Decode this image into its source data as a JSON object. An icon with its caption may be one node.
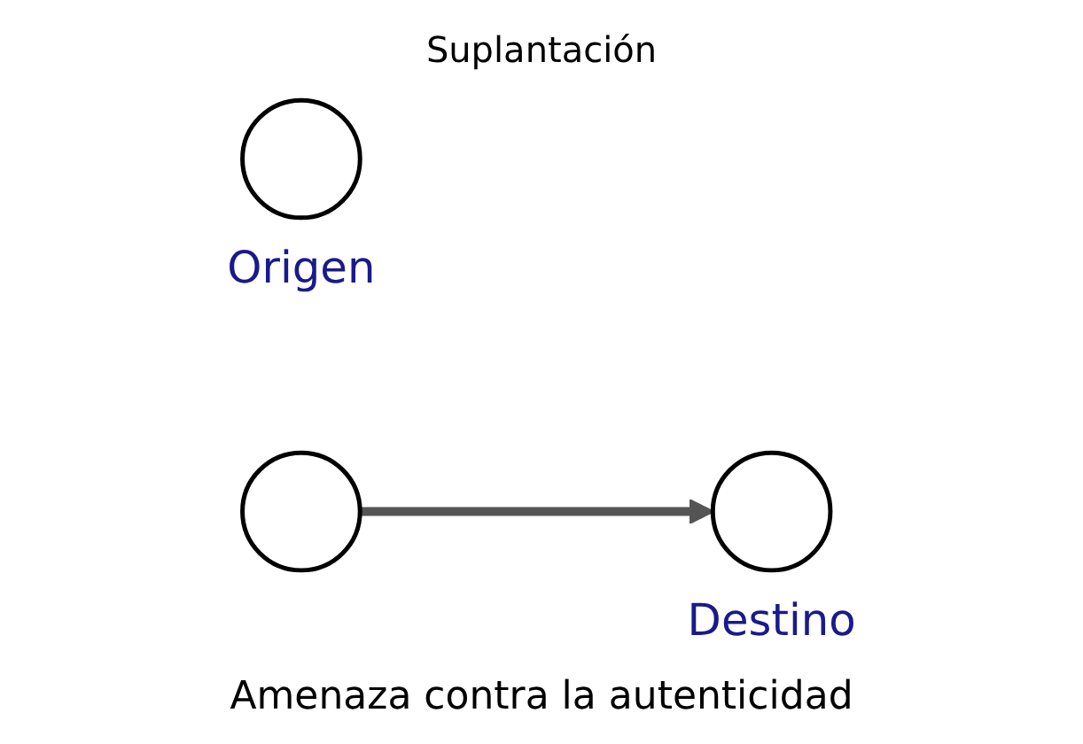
{
  "diagram": {
    "title": "Suplantación",
    "nodes": [
      {
        "text": [],
        "shape": "circle",
        "beside": [
          "Origen"
        ]
      },
      {
        "text": [],
        "shape": "circle"
      },
      {
        "text": [],
        "shape": "circle",
        "beside": [
          "Destino"
        ]
      }
    ],
    "edges": [
      {
        "from": 1,
        "to": 2,
        "arrow": "to"
      }
    ],
    "caption": "Amenaza contra la autenticidad"
  }
}
